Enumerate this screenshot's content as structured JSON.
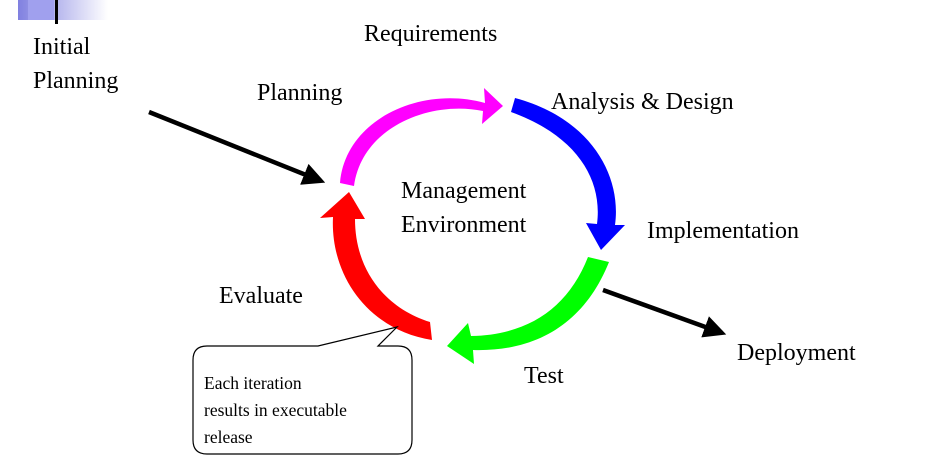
{
  "labels": {
    "initial_planning_line1": "Initial",
    "initial_planning_line2": "Planning",
    "requirements": "Requirements",
    "planning": "Planning",
    "analysis_design": "Analysis & Design",
    "implementation": "Implementation",
    "evaluate": "Evaluate",
    "test": "Test",
    "deployment": "Deployment",
    "center_line1": "Management",
    "center_line2": "Environment"
  },
  "callout": {
    "line1": "Each iteration",
    "line2": "results in executable",
    "line3": "release"
  },
  "colors": {
    "planning_arc": "#ff00ff",
    "analysis_design_arc": "#0000ff",
    "test_arc": "#00ff00",
    "evaluate_arc": "#ff0000",
    "arrows": "#000000",
    "corner_accent": "#9999ee"
  }
}
